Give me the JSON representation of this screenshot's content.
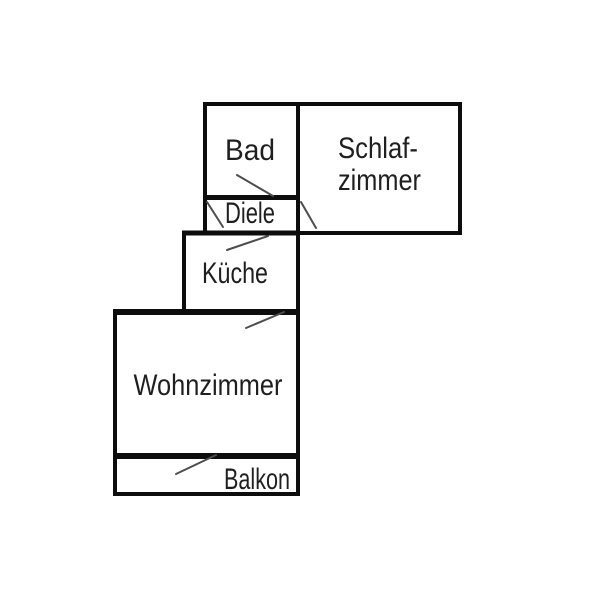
{
  "diagram": {
    "type": "apartment-floor-plan",
    "background_color": "#ffffff",
    "wall_color": "#0d0d0d",
    "door_swing_color": "#4d4d4d",
    "label_color": "#1f1f1f",
    "rooms": [
      {
        "id": "bad",
        "label": "Bad"
      },
      {
        "id": "schlafzimmer",
        "label": "Schlafzimmer",
        "label_lines": [
          "Schlaf-",
          "zimmer"
        ]
      },
      {
        "id": "diele",
        "label": "Diele"
      },
      {
        "id": "kueche",
        "label": "Küche"
      },
      {
        "id": "wohnzimmer",
        "label": "Wohnzimmer"
      },
      {
        "id": "balkon",
        "label": "Balkon"
      }
    ],
    "doors": [
      {
        "id": "door-bad-diele",
        "connects": "Bad–Diele"
      },
      {
        "id": "door-entry-diele",
        "connects": "Entry–Diele"
      },
      {
        "id": "door-diele-schlafzimmer",
        "connects": "Diele–Schlafzimmer"
      },
      {
        "id": "door-diele-kueche",
        "connects": "Diele–Küche"
      },
      {
        "id": "door-kueche-wohnzimmer",
        "connects": "Küche–Wohnzimmer"
      },
      {
        "id": "door-wohnzimmer-balkon",
        "connects": "Wohnzimmer–Balkon"
      }
    ]
  }
}
